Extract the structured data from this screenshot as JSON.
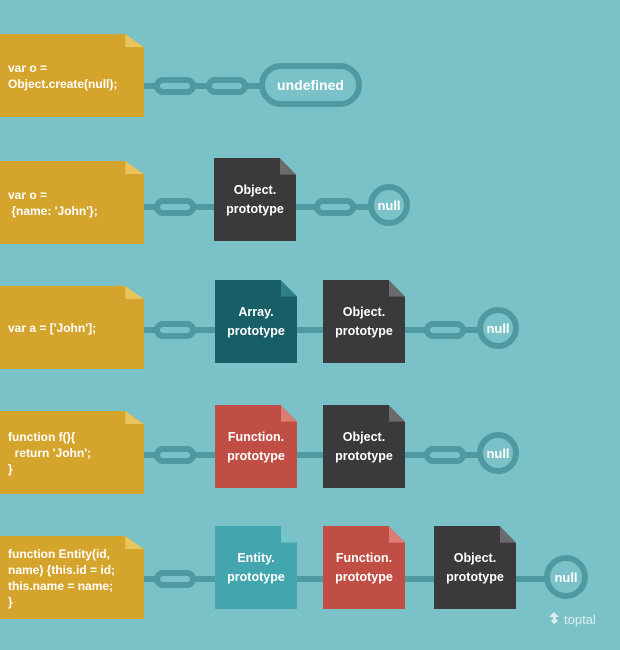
{
  "rows": [
    {
      "code": "var o =\nObject.create(null);",
      "chain": [],
      "end": "undefined"
    },
    {
      "code": "var o =\n {name: 'John'};",
      "chain": [
        {
          "label": "Object.\nprototype",
          "color": "dark"
        }
      ],
      "end": "null"
    },
    {
      "code": "var a = ['John'];",
      "chain": [
        {
          "label": "Array.\nprototype",
          "color": "teal"
        },
        {
          "label": "Object.\nprototype",
          "color": "dark"
        }
      ],
      "end": "null"
    },
    {
      "code": "function f(){\n  return 'John';\n}",
      "chain": [
        {
          "label": "Function.\nprototype",
          "color": "red"
        },
        {
          "label": "Object.\nprototype",
          "color": "dark"
        }
      ],
      "end": "null"
    },
    {
      "code": "function Entity(id,\nname) {this.id = id;\nthis.name = name;\n}",
      "chain": [
        {
          "label": "Entity.\nprototype",
          "color": "cyan"
        },
        {
          "label": "Function.\nprototype",
          "color": "red"
        },
        {
          "label": "Object.\nprototype",
          "color": "dark"
        }
      ],
      "end": "null"
    }
  ],
  "brand": {
    "name": "toptal",
    "icon": "toptal-logo-icon"
  },
  "colors": {
    "background": "#7bc2c8",
    "code_block": "#d4a42c",
    "chain": "#4f99a0",
    "object_prototype": "#3a3a3c",
    "array_prototype": "#175e66",
    "function_prototype": "#c14e44",
    "entity_prototype": "#43a5ae"
  }
}
